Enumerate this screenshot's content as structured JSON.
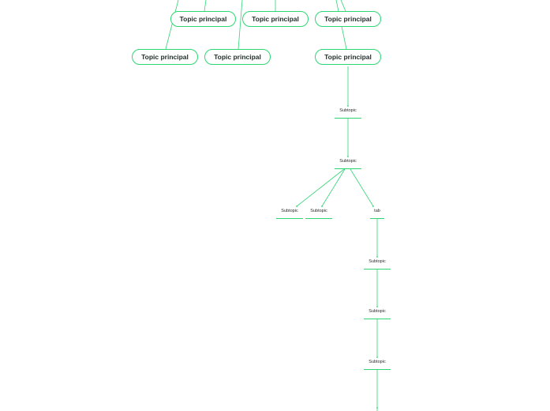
{
  "colors": {
    "accent": "#2ed573",
    "connector": "#2ed573",
    "text": "#1f2d2a"
  },
  "main_topics": [
    {
      "label": "Topic principal"
    },
    {
      "label": "Topic principal"
    },
    {
      "label": "Topic principal"
    },
    {
      "label": "Topic principal"
    },
    {
      "label": "Topic principal"
    },
    {
      "label": "Topic principal"
    }
  ],
  "subtopics": [
    {
      "label": "Subtopic"
    },
    {
      "label": "Subtopic"
    },
    {
      "label": "Subtopic"
    },
    {
      "label": "Subtopic"
    },
    {
      "label": "tab"
    },
    {
      "label": "Subtopic"
    },
    {
      "label": "Subtopic"
    },
    {
      "label": "Subtopic"
    }
  ]
}
